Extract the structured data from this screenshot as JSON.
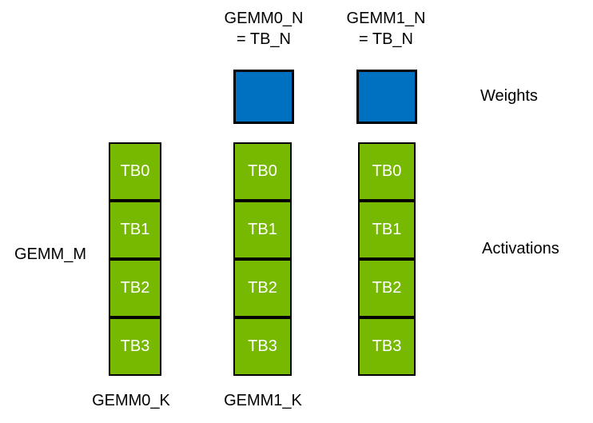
{
  "colors": {
    "green": "#76B900",
    "blue": "#0070C0",
    "border": "#000000",
    "text": "#000000",
    "cell_text": "#FFFFFF",
    "background": "#FFFFFF"
  },
  "top_labels": [
    {
      "line1": "GEMM0_N",
      "line2": "= TB_N"
    },
    {
      "line1": "GEMM1_N",
      "line2": "= TB_N"
    }
  ],
  "side_labels": {
    "weights": "Weights",
    "activations": "Activations",
    "gemm_m": "GEMM_M"
  },
  "bottom_labels": {
    "gemm0_k": "GEMM0_K",
    "gemm1_k": "GEMM1_K"
  },
  "columns": [
    {
      "cells": [
        "TB0",
        "TB1",
        "TB2",
        "TB3"
      ]
    },
    {
      "cells": [
        "TB0",
        "TB1",
        "TB2",
        "TB3"
      ]
    },
    {
      "cells": [
        "TB0",
        "TB1",
        "TB2",
        "TB3"
      ]
    }
  ]
}
